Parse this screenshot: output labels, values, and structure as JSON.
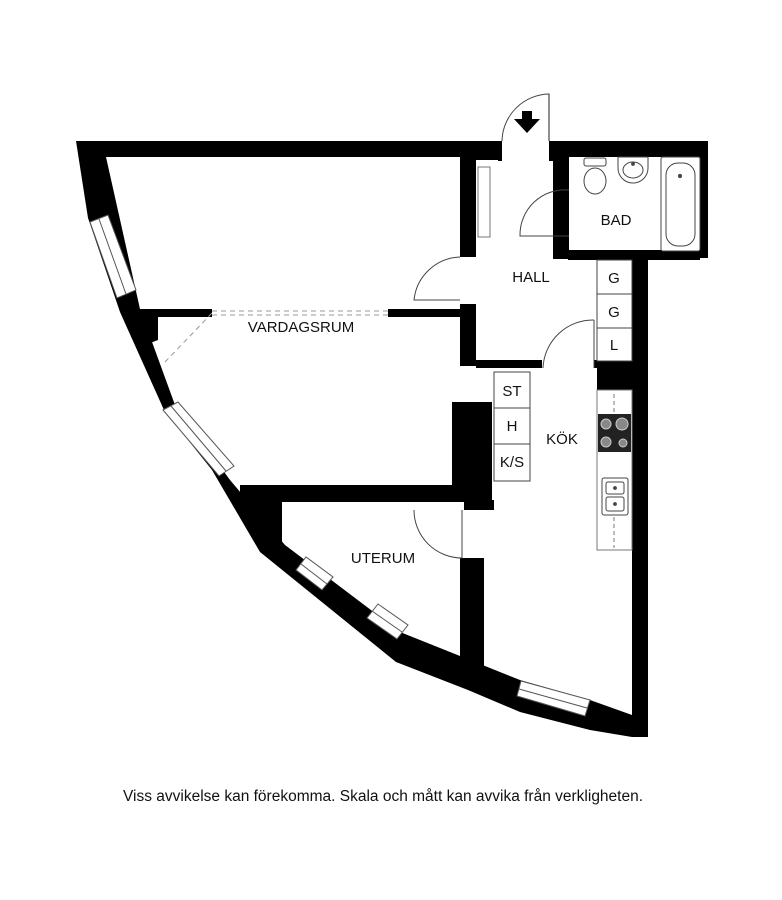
{
  "rooms": {
    "vardagsrum": "VARDAGSRUM",
    "hall": "HALL",
    "bad": "BAD",
    "kok": "KÖK",
    "uterum": "UTERUM"
  },
  "cabinets": {
    "hall": [
      "G",
      "G",
      "L"
    ],
    "kitchen": [
      "ST",
      "H",
      "K/S"
    ]
  },
  "disclaimer": "Viss avvikelse kan förekomma. Skala och mått kan avvika från verkligheten.",
  "colors": {
    "wall": "#000000",
    "background": "#ffffff",
    "detail": "#555555"
  }
}
